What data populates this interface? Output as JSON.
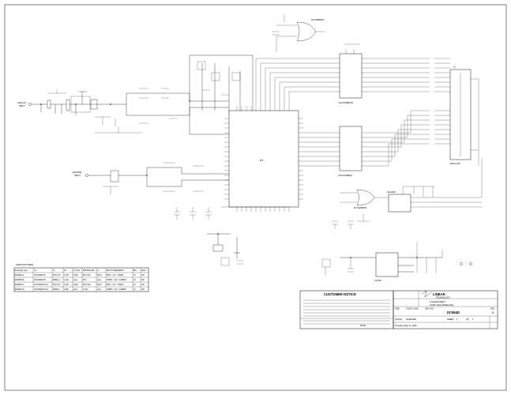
{
  "title_block": {
    "customer_notice_heading": "CUSTOMER NOTICE",
    "company_name_top": "LINEAR",
    "company_name_bottom": "TECHNOLOGY",
    "product_line1": "LTC2208 FAMILY",
    "product_line2": "16-BIT HIGH SPEED ADC",
    "board_number": "DC864D",
    "rev_label": "REV",
    "rev_value": "D",
    "scale_label": "SCALE",
    "filename_label": "FILENAME",
    "sheet_label": "SHEET",
    "sheet_value": "1",
    "of_label": "OF",
    "of_value": "1",
    "size_label": "SIZE",
    "date_label": "DATE",
    "date_value": "Thursday, May 11, 2006",
    "dwg_label": "DWG NO.",
    "cage_label": "CAGE CODE"
  },
  "labels": {
    "analog_input_1": "ANALOG",
    "analog_input_2": "INPUT",
    "encode_input_1": "ENCODE",
    "encode_input_2": "INPUT",
    "adc_center": "U1",
    "connector": "J7",
    "buffer_u4": "74LCX245BTSS",
    "buffer_u5": "74VCX245BQX",
    "eeprom": "24LC025",
    "clock_gate": "NC7SZ86P5X",
    "regulator": "LT1763",
    "variant_table_title": "VARIATION TABLE",
    "connector_part": "EDS1-H30"
  },
  "variant_table": {
    "headers": [
      "Assembly Type",
      "U1",
      "T1",
      "C5",
      "C7,C29",
      "R89,R91,R42",
      "L1",
      "INPUT FREQUENCY",
      "Bits",
      "Msps"
    ],
    "rows": [
      [
        "DC864D-A",
        "LTC2208CUP",
        "ETC1-1T",
        "4.7pF",
        "8.2pF",
        "86.6 49.9",
        "56nH",
        "5kHz < Ain < 70MHz",
        "16",
        "130"
      ],
      [
        "DC864D-B",
        "LTC2208CUP",
        "MABA-1",
        "4.7pF",
        "open",
        "86.6",
        "open",
        "70MHz < Ain < 140MHz",
        "16",
        "130"
      ],
      [
        "DC864D-C",
        "LTC2208CUP-14",
        "ETC1-1T",
        "4.7pF",
        "8.2pF",
        "86.6 49.9",
        "56nH",
        "5kHz < Ain < 70MHz",
        "14",
        "130"
      ],
      [
        "DC864D-D",
        "LTC2208CUP-14",
        "MABA-1",
        "1.8pF",
        "open",
        "0 ohm",
        "open",
        "70MHz < Ain < 140MHz",
        "14",
        "130"
      ]
    ]
  }
}
